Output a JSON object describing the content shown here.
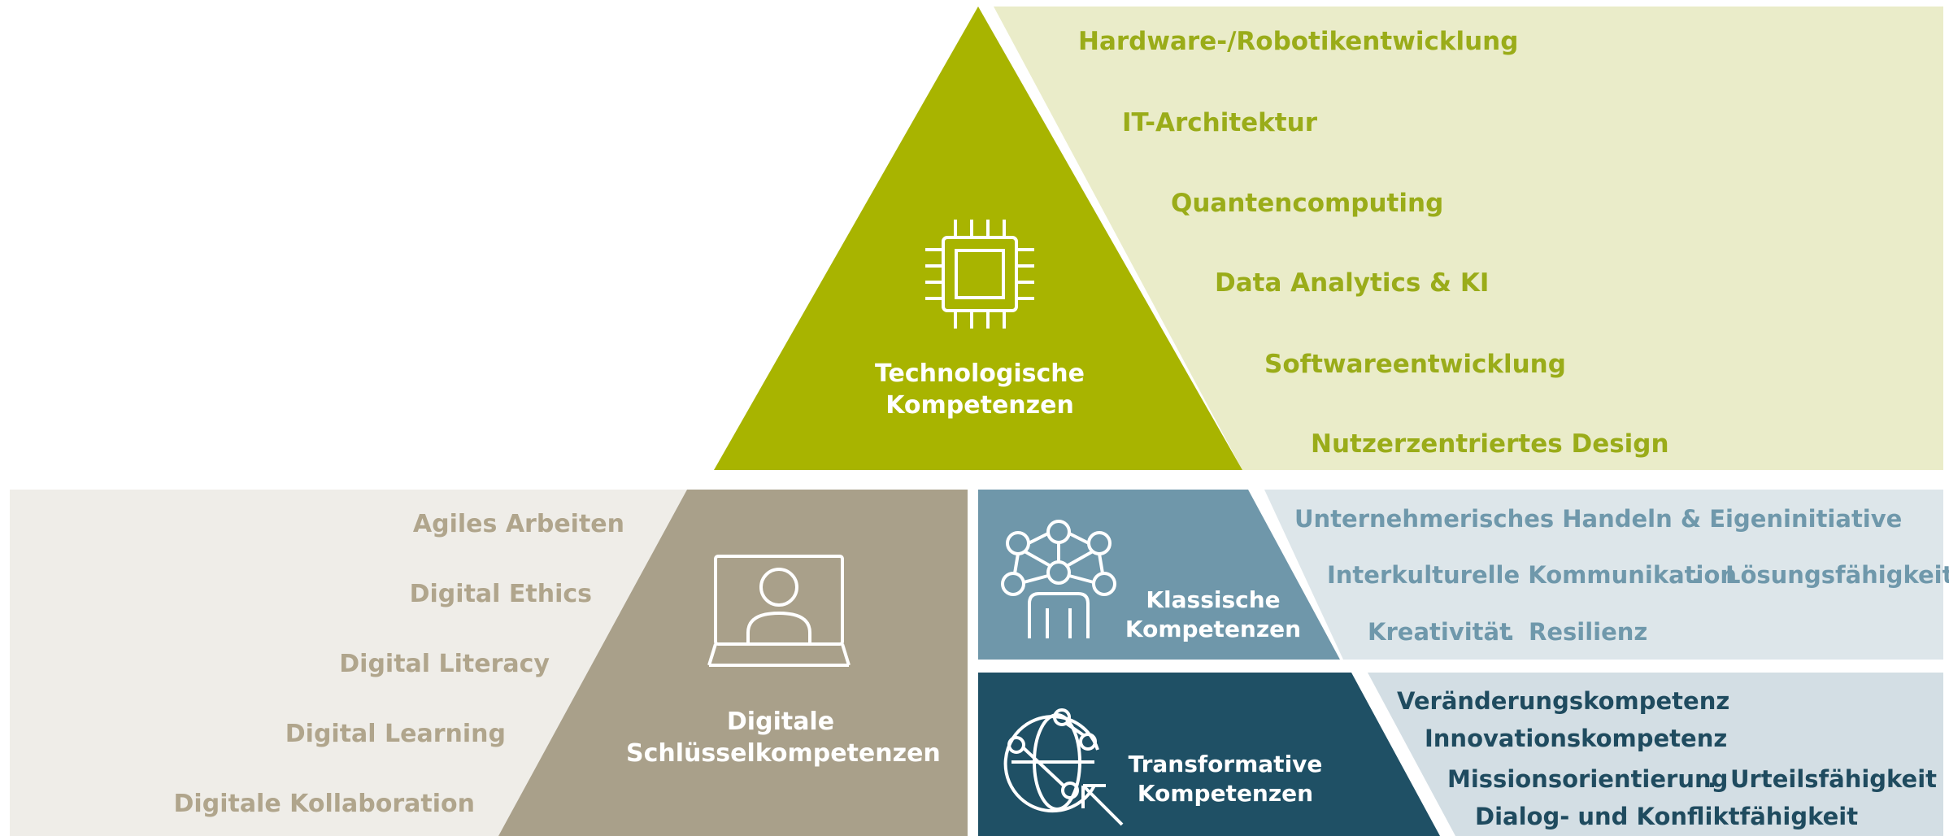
{
  "colors": {
    "tech_triangle": "#a8b400",
    "tech_panel": "#eaecc9",
    "digital_trapezoid": "#a9a08a",
    "digital_panel": "#efede8",
    "classic_block": "#6f97aa",
    "classic_panel": "#dde6ea",
    "transform_block": "#1f5065",
    "transform_panel": "#d3dee4",
    "tech_text": "#9aac19",
    "digital_text": "#b0a58c",
    "classic_text": "#6f98ab",
    "transform_text": "#1f4b5f"
  },
  "technological": {
    "title_line1": "Technologische",
    "title_line2": "Kompetenzen",
    "icon": "cpu-chip-icon",
    "items": [
      "Hardware-/Robotikentwicklung",
      "IT-Architektur",
      "Quantencomputing",
      "Data Analytics & KI",
      "Softwareentwicklung",
      "Nutzerzentriertes Design"
    ]
  },
  "digital": {
    "title_line1": "Digitale",
    "title_line2": "Schlüsselkompetenzen",
    "icon": "laptop-user-icon",
    "items": [
      "Agiles Arbeiten",
      "Digital Ethics",
      "Digital Literacy",
      "Digital Learning",
      "Digitale Kollaboration"
    ]
  },
  "classic": {
    "title_line1": "Klassische",
    "title_line2": "Kompetenzen",
    "icon": "network-person-icon",
    "items": [
      "Unternehmerisches Handeln & Eigeninitiative",
      "Interkulturelle Kommunikation",
      "Lösungsfähigkeit",
      "Kreativität",
      "Resilienz"
    ]
  },
  "transformative": {
    "title_line1": "Transformative",
    "title_line2": "Kompetenzen",
    "icon": "globe-cursor-icon",
    "items": [
      "Veränderungskompetenz",
      "Innovationskompetenz",
      "Missionsorientierung",
      "Urteilsfähigkeit",
      "Dialog- und Konfliktfähigkeit"
    ]
  },
  "separator": "."
}
